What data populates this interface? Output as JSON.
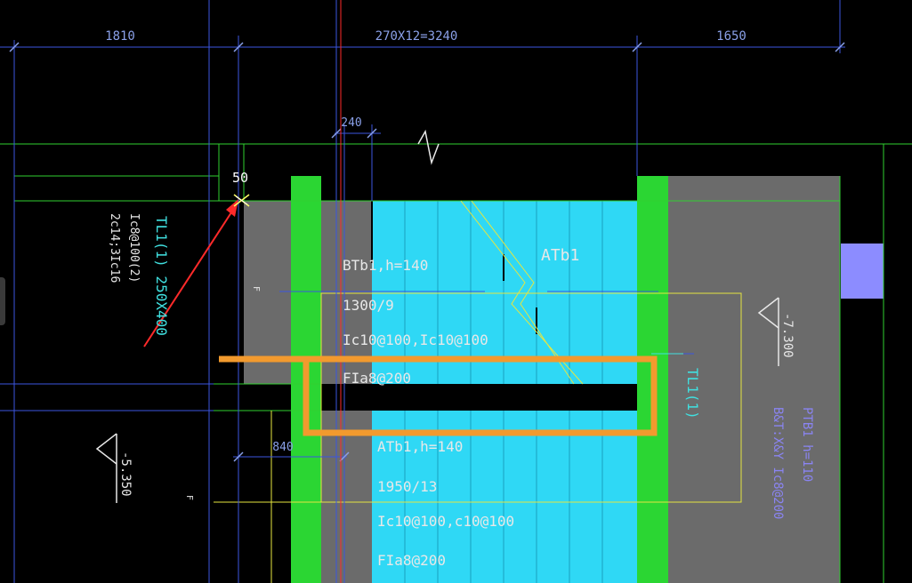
{
  "drawing": {
    "dimensions": {
      "left_span": "1810",
      "middle_span": "270X12=3240",
      "right_span": "1650",
      "small_240": "240",
      "small_840": "840",
      "snap_offset": "50"
    },
    "labels": {
      "tl_beam_left": "TL1(1) 250X400",
      "tl_stirrups": "Ic8@100(2)",
      "tl_long_bars": "2c14;3Ic16",
      "btb_title": "BTb1,h=140",
      "btb_steps": "1300/9",
      "btb_bars": "Ic10@100,Ic10@100",
      "btb_dist": "FIa8@200",
      "atb_main": "ATb1",
      "atb_title": "ATb1,h=140",
      "atb_steps": "1950/13",
      "atb_bars": "Ic10@100,c10@100",
      "atb_dist": "FIa8@200",
      "tl_beam_right": "TL1(1)",
      "ptb_title": "PTB1 h=110",
      "ptb_bars": "B&T:X&Y Ic8@200",
      "elev_right": "-7.300",
      "elev_left": "-5.350",
      "mark_f": "F"
    },
    "colors": {
      "background": "#000000",
      "dim_line": "#3b56e0",
      "dim_text": "#8aa0e8",
      "slab_cyan": "#2fd8f5",
      "wall_green": "#2bd633",
      "gray_fill": "#6b6b6b",
      "highlight_orange": "#f29a2e",
      "arrow_red": "#ff2a2a",
      "yellow_line": "#e6e640",
      "text_white": "#e8e8e8",
      "text_cyan": "#40e0e0",
      "text_violet": "#8a84f2",
      "violet_block": "#8c8cff"
    }
  }
}
